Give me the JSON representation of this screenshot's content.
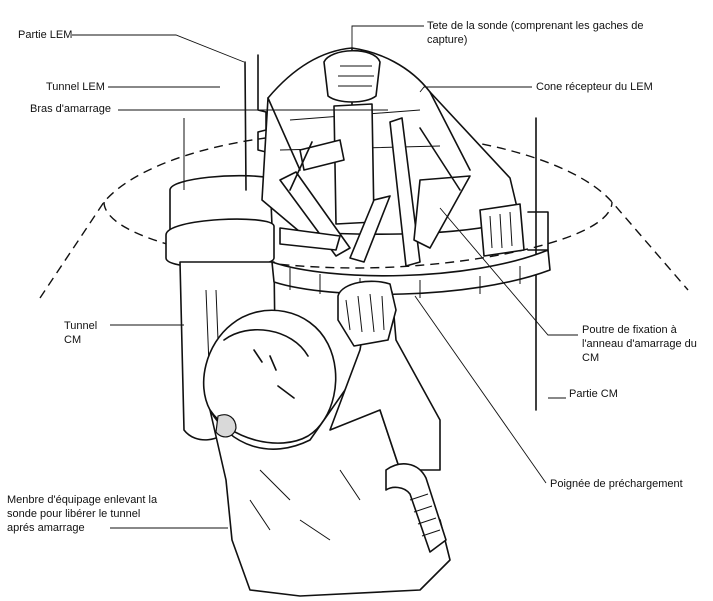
{
  "labels": {
    "partie_lem": "Partie LEM",
    "tunnel_lem": "Tunnel LEM",
    "bras": "Bras d'amarrage",
    "tete_line1": "Tete de la sonde (comprenant les gaches de",
    "tete_line2": "capture)",
    "cone": "Cone récepteur du LEM",
    "tunnel_cm_1": "Tunnel",
    "tunnel_cm_2": "CM",
    "poutre_1": "Poutre de fixation à",
    "poutre_2": "l'anneau d'amarrage du",
    "poutre_3": "CM",
    "partie_cm": "Partie CM",
    "poignee": "Poignée de préchargement",
    "membre_1": "Menbre d'équipage enlevant la",
    "membre_2": "sonde pour libérer le tunnel",
    "membre_3": "aprés amarrage"
  }
}
